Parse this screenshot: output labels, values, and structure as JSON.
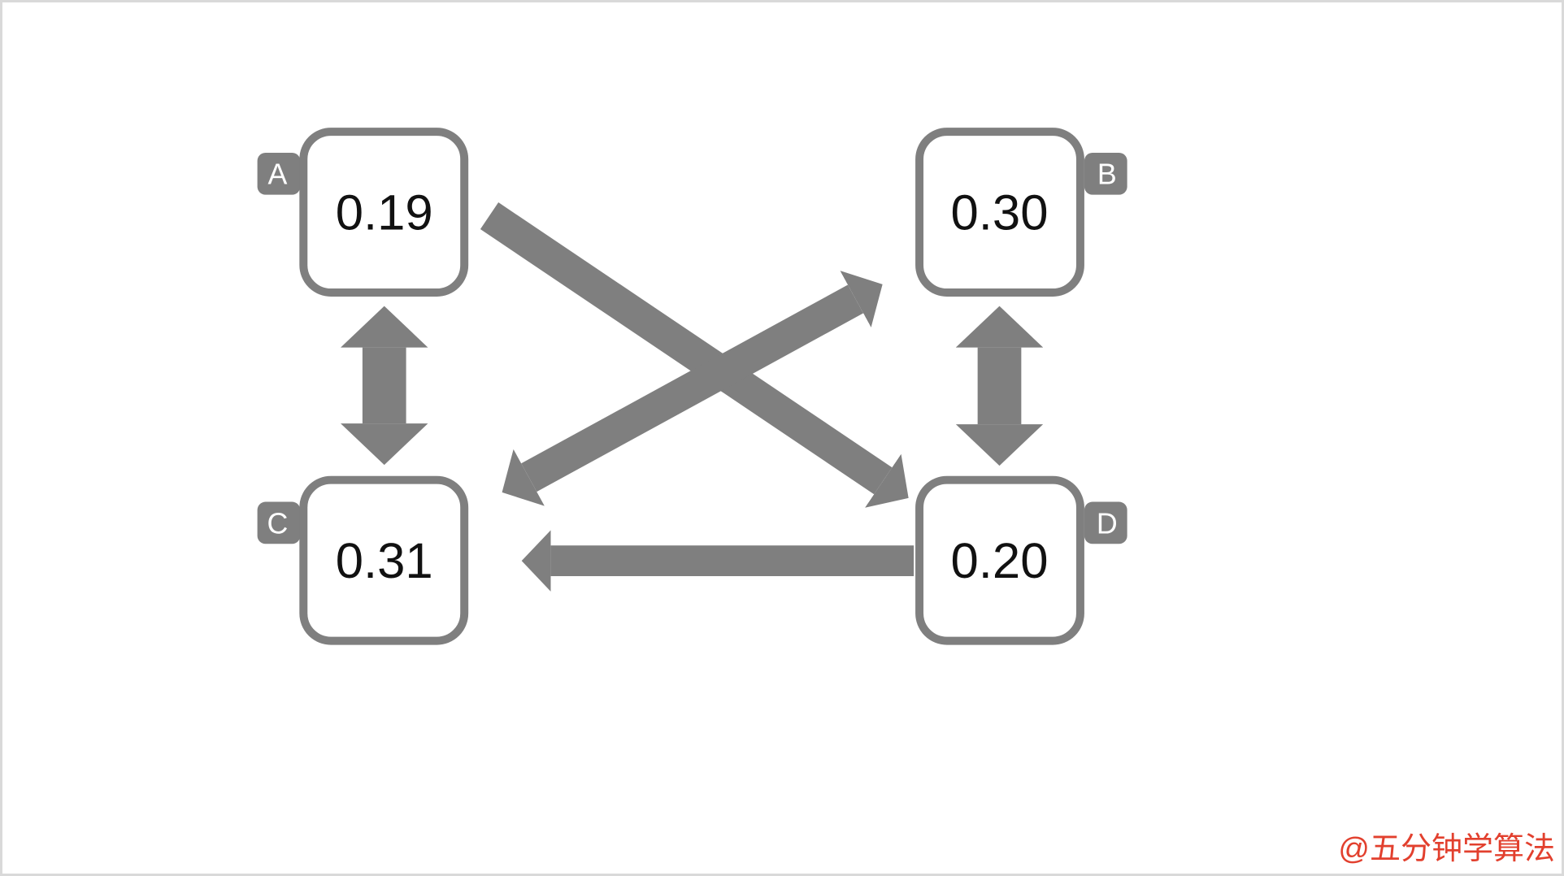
{
  "canvas": {
    "background": "#ffffff",
    "border_color": "#d9d9d9"
  },
  "palette": {
    "shape_gray": "#7f7f7f",
    "node_fill": "#ffffff",
    "value_text_color": "#111111",
    "tab_text_color": "#ffffff",
    "watermark_red": "#e2402e"
  },
  "graph": {
    "nodes": [
      {
        "label": "A",
        "value": "0.19",
        "position": "top-left",
        "tab_side": "left"
      },
      {
        "label": "B",
        "value": "0.30",
        "position": "top-right",
        "tab_side": "right"
      },
      {
        "label": "C",
        "value": "0.31",
        "position": "bottom-left",
        "tab_side": "left"
      },
      {
        "label": "D",
        "value": "0.20",
        "position": "bottom-right",
        "tab_side": "right"
      }
    ],
    "edges": [
      {
        "between": [
          "A",
          "C"
        ],
        "direction": "both",
        "style": "vertical-double-arrow"
      },
      {
        "between": [
          "B",
          "D"
        ],
        "direction": "both",
        "style": "vertical-double-arrow"
      },
      {
        "between": [
          "A",
          "D"
        ],
        "direction": "A->D",
        "style": "diagonal-single-arrow"
      },
      {
        "between": [
          "C",
          "B"
        ],
        "direction": "both",
        "style": "diagonal-double-arrow"
      },
      {
        "between": [
          "D",
          "C"
        ],
        "direction": "D->C",
        "style": "horizontal-single-arrow"
      }
    ]
  },
  "watermark": {
    "text": "@五分钟学算法"
  }
}
